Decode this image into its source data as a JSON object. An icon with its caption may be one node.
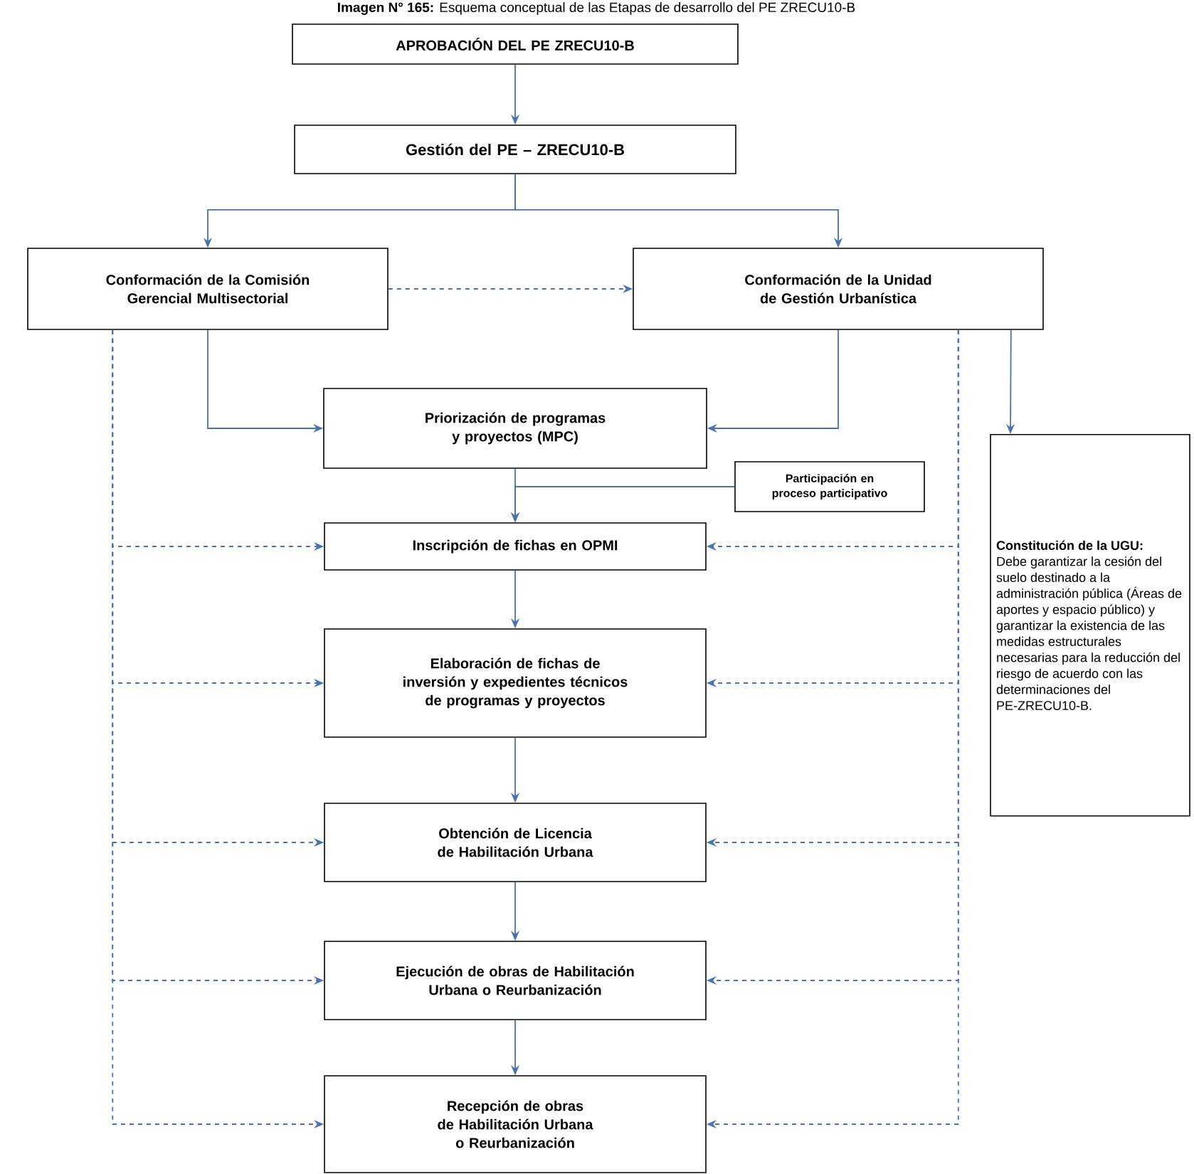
{
  "diagram": {
    "title": "**Imagen N° 165:** Esquema conceptual de las Etapas de desarrollo del PE ZRECU10-B",
    "nodes": [
      {
        "text": [
          "APROBACIÓN DEL PE ZRECU10-B"
        ]
      },
      {
        "text": [
          "Gestión del PE – ZRECU10-B"
        ]
      },
      {
        "text": [
          "Conformación de la Comisión Gerencial Multisectorial"
        ]
      },
      {
        "text": [
          "Conformación de la Unidad de Gestión Urbanística"
        ]
      },
      {
        "text": [
          "Priorización de programas y proyectos (MPC)"
        ]
      },
      {
        "text": [
          "Participación en proceso participativo"
        ]
      },
      {
        "text": [
          "Inscripción de fichas en OPMI"
        ]
      },
      {
        "text": [
          "Elaboración de fichas de inversión y expedientes técnicos de programas y proyectos"
        ]
      },
      {
        "text": [
          "Obtención de Licencia de Habilitación Urbana"
        ]
      },
      {
        "text": [
          "Ejecución de obras de Habilitación Urbana o Reurbanización"
        ]
      },
      {
        "text": [
          "Recepción de obras de Habilitación Urbana o Reurbanización"
        ]
      },
      {
        "text": [
          "Constitución de la UGU:",
          "Debe garantizar la cesión del suelo destinado a la administración pública (Áreas de aportes y espacio público) y garantizar la existencia de las medidas estructurales necesarias para la reducción del riesgo de acuerdo con las determinaciones del PE-ZRECU10-B."
        ]
      }
    ],
    "edges": [
      {
        "from": 0,
        "to": 1,
        "arrow": "to"
      },
      {
        "from": 1,
        "to": 2,
        "arrow": "to"
      },
      {
        "from": 1,
        "to": 3,
        "arrow": "to"
      },
      {
        "from": 2,
        "to": 3,
        "arrow": "to",
        "style": "dashed"
      },
      {
        "from": 2,
        "to": 4,
        "arrow": "to"
      },
      {
        "from": 3,
        "to": 4,
        "arrow": "to"
      },
      {
        "from": 3,
        "to": 11,
        "arrow": "to"
      },
      {
        "from": 4,
        "to": 6,
        "arrow": "to"
      },
      {
        "from": 5,
        "to": 6,
        "arrow": "to"
      },
      {
        "from": 6,
        "to": 7,
        "arrow": "to"
      },
      {
        "from": 7,
        "to": 8,
        "arrow": "to"
      },
      {
        "from": 8,
        "to": 9,
        "arrow": "to"
      },
      {
        "from": 9,
        "to": 10,
        "arrow": "to"
      },
      {
        "from": 2,
        "to": 6,
        "arrow": "to",
        "style": "dashed"
      },
      {
        "from": 2,
        "to": 7,
        "arrow": "to",
        "style": "dashed"
      },
      {
        "from": 2,
        "to": 8,
        "arrow": "to",
        "style": "dashed"
      },
      {
        "from": 2,
        "to": 9,
        "arrow": "to",
        "style": "dashed"
      },
      {
        "from": 2,
        "to": 10,
        "arrow": "to",
        "style": "dashed"
      },
      {
        "from": 3,
        "to": 6,
        "arrow": "to",
        "style": "dashed"
      },
      {
        "from": 3,
        "to": 7,
        "arrow": "to",
        "style": "dashed"
      },
      {
        "from": 3,
        "to": 8,
        "arrow": "to",
        "style": "dashed"
      },
      {
        "from": 3,
        "to": 9,
        "arrow": "to",
        "style": "dashed"
      },
      {
        "from": 3,
        "to": 10,
        "arrow": "to",
        "style": "dashed"
      }
    ]
  }
}
